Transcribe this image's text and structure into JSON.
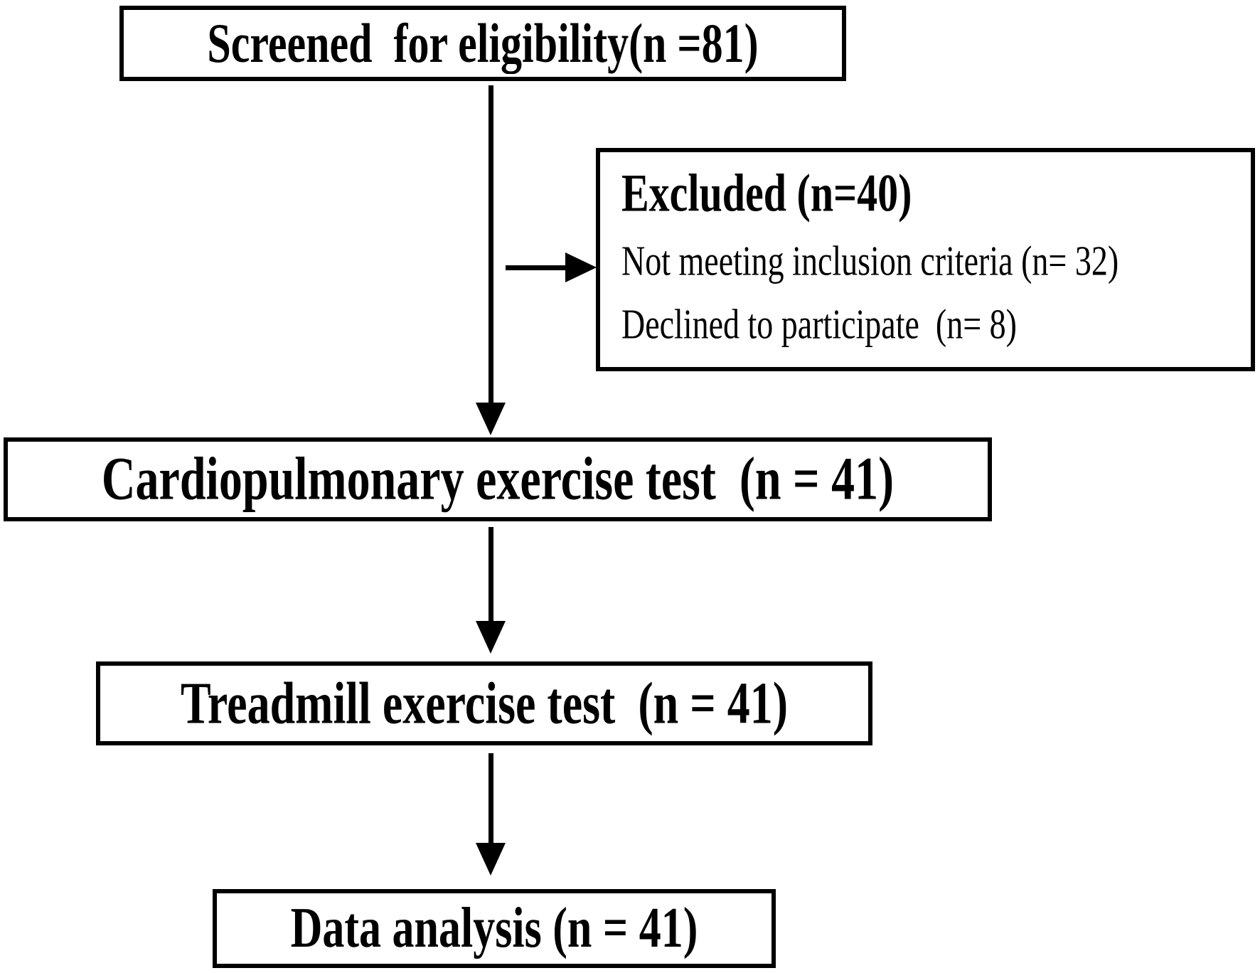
{
  "figure": {
    "type": "flow-diagram",
    "colors": {
      "ink": "#000000",
      "background": "#ffffff"
    },
    "flowchart": {
      "screened": {
        "label": "Screened  for eligibility(n =81)"
      },
      "excluded": {
        "title": "Excluded (n=40)",
        "reasons": [
          "Not meeting inclusion criteria (n= 32)",
          "Declined to participate  (n= 8)"
        ]
      },
      "cpet": {
        "label": "Cardiopulmonary exercise test  (n = 41)"
      },
      "treadmill": {
        "label": "Treadmill exercise test  (n = 41)"
      },
      "analysis": {
        "label": "Data analysis (n = 41)"
      },
      "arrows": [
        "screened-to-cpet",
        "screened-to-excluded",
        "cpet-to-treadmill",
        "treadmill-to-analysis"
      ]
    }
  }
}
